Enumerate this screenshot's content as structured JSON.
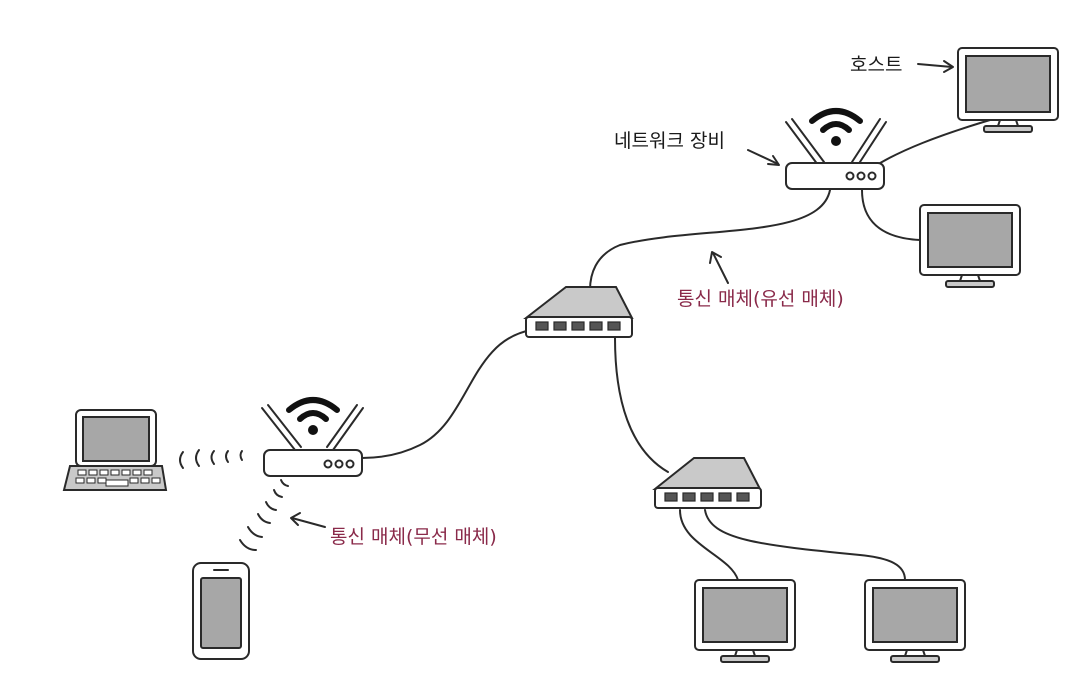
{
  "labels": {
    "host": "호스트",
    "network_device": "네트워크 장비",
    "wired_medium": "통신 매체(유선 매체)",
    "wireless_medium": "통신 매체(무선 매체)"
  },
  "colors": {
    "ink": "#2a2a2a",
    "accent_label": "#8a2a4a",
    "screen": "#a7a7a7"
  },
  "icons": [
    "monitor-icon",
    "router-icon",
    "wifi-icon",
    "switch-icon",
    "laptop-icon",
    "smartphone-icon"
  ]
}
